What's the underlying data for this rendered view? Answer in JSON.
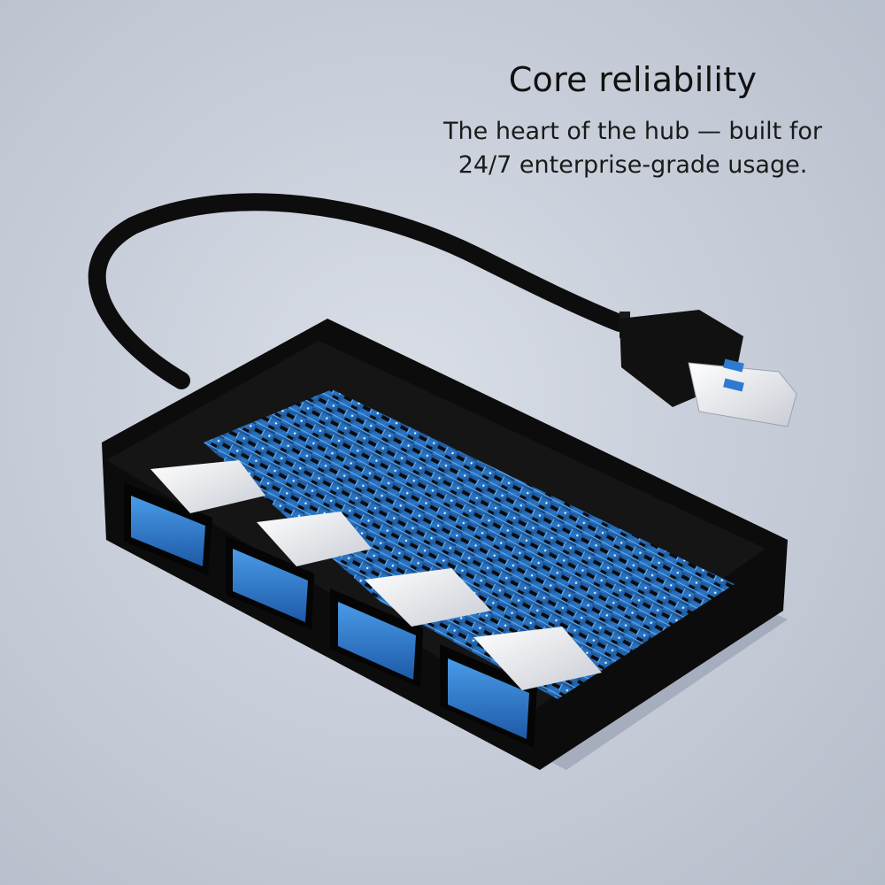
{
  "headline": "Core reliability",
  "subtext_lines": [
    "The heart of the hub — built for",
    "24/7 enterprise-grade usage."
  ],
  "colors": {
    "background": "#c9cfda",
    "hub_body": "#0c0c0c",
    "usb_port_blue": "#2f7ad1",
    "pcb_blue": "#1f5fa8"
  },
  "product": {
    "usb_ports_count": 4
  }
}
